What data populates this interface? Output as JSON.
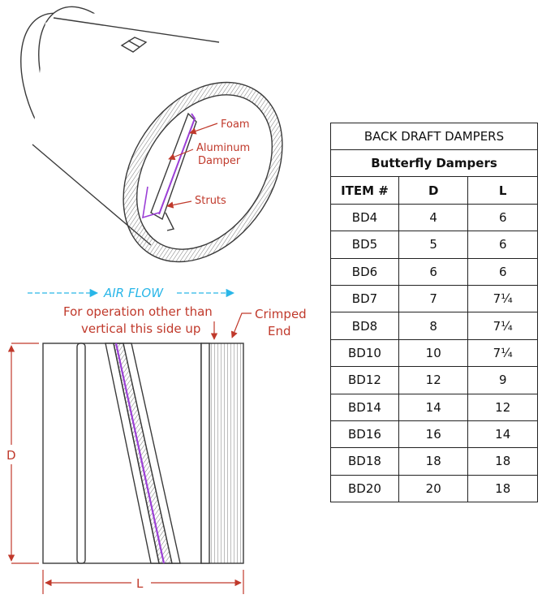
{
  "diagram": {
    "labels": {
      "foam": "Foam",
      "aluminum": "Aluminum",
      "damper": "Damper",
      "struts": "Struts",
      "air_flow": "AIR FLOW",
      "operation_line1": "For operation other than",
      "operation_line2": "vertical this side up",
      "crimped": "Crimped",
      "end": "End",
      "dim_d": "D",
      "dim_l": "L"
    },
    "colors": {
      "annotation_red": "#c0392b",
      "air_flow_cyan": "#29b6e8",
      "damper_purple": "#9b3fd6",
      "outline": "#3a3a3a"
    }
  },
  "table": {
    "title": "BACK DRAFT DAMPERS",
    "subtitle": "Butterfly Dampers",
    "headers": [
      "ITEM #",
      "D",
      "L"
    ],
    "rows": [
      [
        "BD4",
        "4",
        "6"
      ],
      [
        "BD5",
        "5",
        "6"
      ],
      [
        "BD6",
        "6",
        "6"
      ],
      [
        "BD7",
        "7",
        "7¼"
      ],
      [
        "BD8",
        "8",
        "7¼"
      ],
      [
        "BD10",
        "10",
        "7¼"
      ],
      [
        "BD12",
        "12",
        "9"
      ],
      [
        "BD14",
        "14",
        "12"
      ],
      [
        "BD16",
        "16",
        "14"
      ],
      [
        "BD18",
        "18",
        "18"
      ],
      [
        "BD20",
        "20",
        "18"
      ]
    ]
  }
}
